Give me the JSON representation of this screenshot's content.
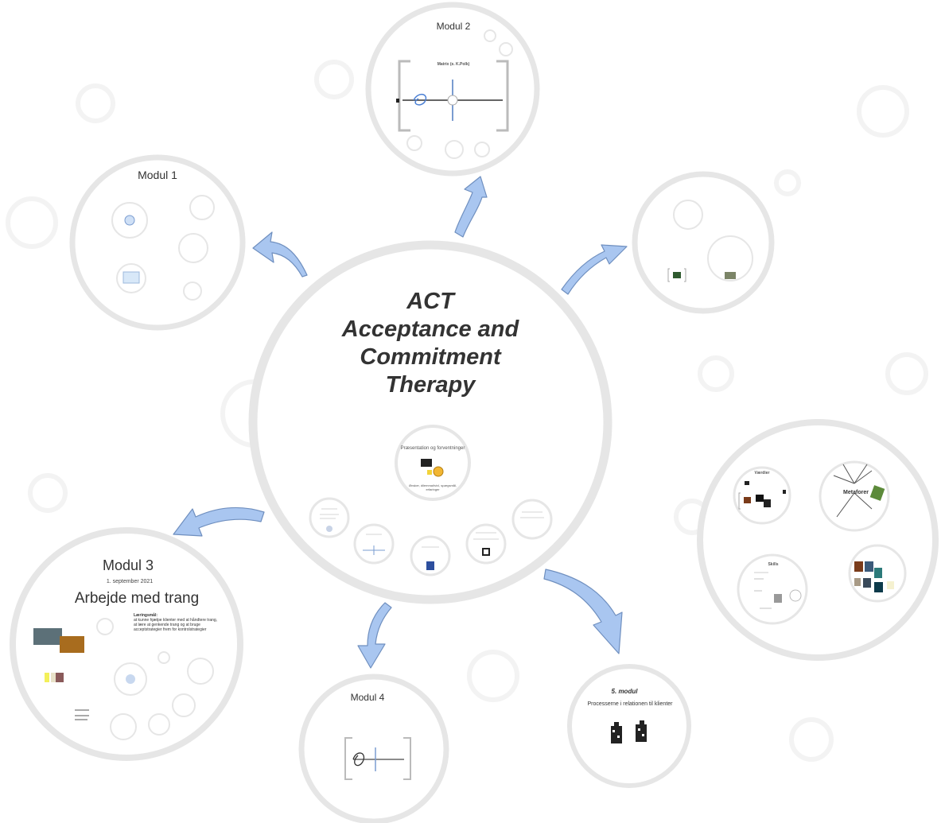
{
  "main": {
    "title_line1": "ACT",
    "title_line2": "Acceptance and",
    "title_line3": "Commitment",
    "title_line4": "Therapy",
    "center_label": "Præsentation og forventninger",
    "center_caption": "Ønsker, dilemma/tvivl, spørgsmål, erfaringer"
  },
  "modules": {
    "modul1": {
      "title": "Modul 1"
    },
    "modul2": {
      "title": "Modul 2",
      "diagram_title": "Matrix (e. K.Polk)"
    },
    "modul3": {
      "title": "Modul 3",
      "date": "1. september 2021",
      "heading": "Arbejde med trang",
      "goal_label": "Læringsmål:",
      "goal_text": "at kunne hjælpe klienter med at håndtere trang, at lære at genkende trang og at bruge acceptstrategier frem for kontrolstrategier"
    },
    "modul4": {
      "title": "Modul 4"
    },
    "modul5": {
      "title": "5. modul",
      "subtitle": "Processerne i relationen til klienter"
    },
    "metaforer": {
      "title": "Metaforer",
      "values_label": "Værdier",
      "skills_label": "Skills"
    }
  },
  "colors": {
    "ring": "#e6e6e6",
    "arrow_fill": "#a9c6f0",
    "arrow_stroke": "#6f8fbf",
    "text": "#333333"
  }
}
